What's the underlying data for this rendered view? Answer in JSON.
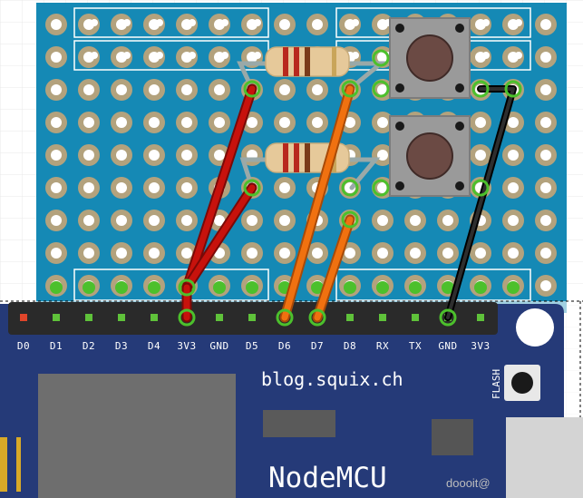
{
  "board": {
    "site_label": "blog.squix.ch",
    "model_label": "NodeMCU",
    "flash_label": "FLASH",
    "watermark": "doooit@"
  },
  "pins": [
    "D0",
    "D1",
    "D2",
    "D3",
    "D4",
    "3V3",
    "GND",
    "D5",
    "D6",
    "D7",
    "D8",
    "RX",
    "TX",
    "GND",
    "3V3"
  ],
  "colors": {
    "grid_line": "#e6e6e6",
    "protoboard": "#1589b5",
    "pad_ring": "#b3a27d",
    "pad_hole": "#ffffff",
    "connected_pad": "#4cc02c",
    "nodemcu_board": "#253a78",
    "header_strip": "#2a2a2a",
    "wire_red": "#c7120c",
    "wire_orange": "#f07110",
    "wire_black": "#1a1a1a",
    "resistor_body": "#e6c99a",
    "button_body": "#9a9a9a",
    "button_cap": "#6b4a44",
    "chip": "#6e6e6e"
  }
}
